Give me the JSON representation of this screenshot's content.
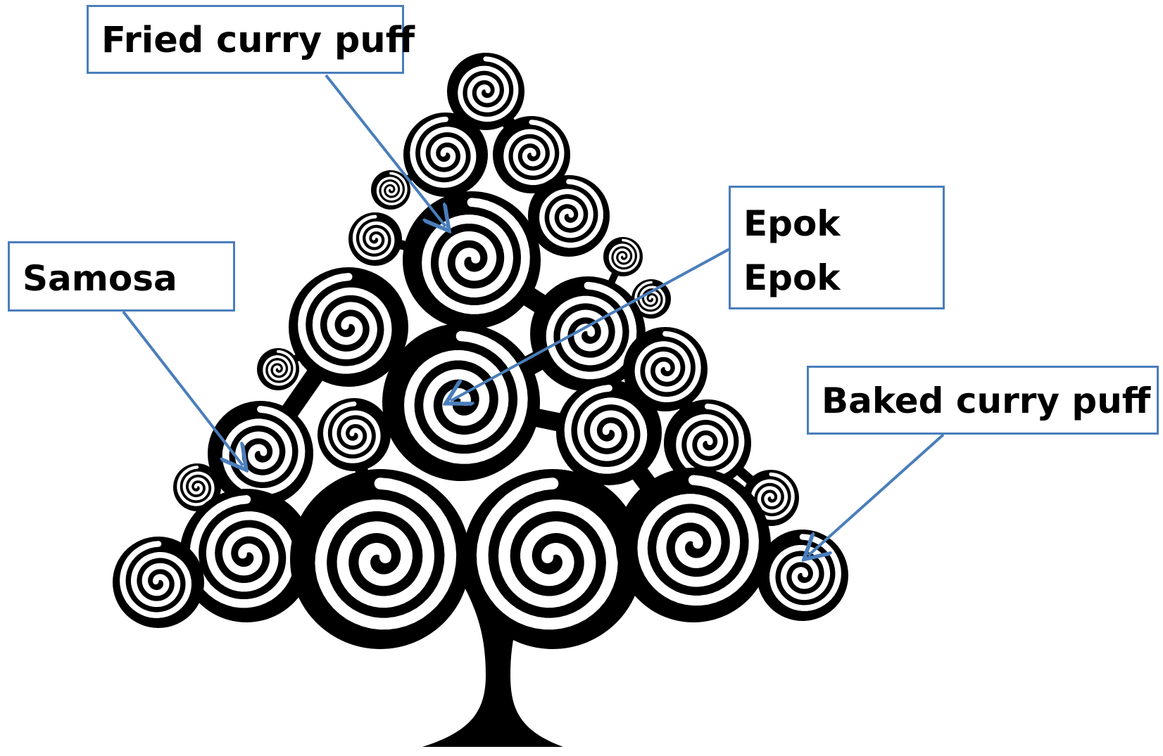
{
  "labels": {
    "fried_curry_puff": "Fried curry puff",
    "epok_line1": "Epok",
    "epok_line2": "Epok",
    "samosa": "Samosa",
    "baked_curry_puff": "Baked curry puff"
  },
  "colors": {
    "tree": "#000000",
    "background": "#ffffff",
    "accent": "#4a7ebb"
  },
  "icons": {
    "tree": "swirl-tree-icon"
  }
}
